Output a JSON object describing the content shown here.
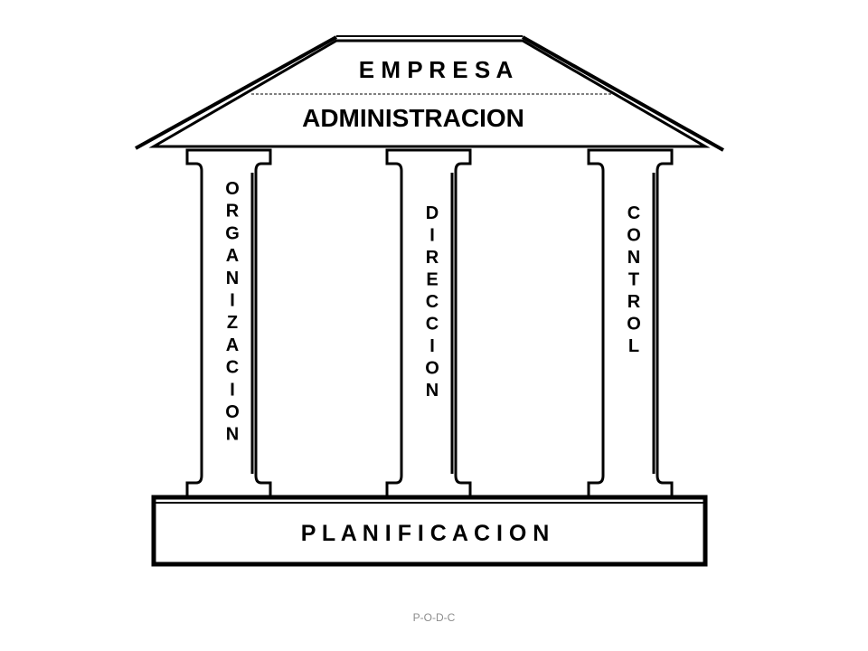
{
  "roof": {
    "top_label": "E M P R E S A",
    "bottom_label": "ADMINISTRACION"
  },
  "columns": [
    {
      "letters": [
        "O",
        "R",
        "G",
        "A",
        "N",
        "I",
        "Z",
        "A",
        "C",
        "I",
        "O",
        "N"
      ]
    },
    {
      "letters": [
        "D",
        "I",
        "R",
        "E",
        "C",
        "C",
        "I",
        "O",
        "N"
      ]
    },
    {
      "letters": [
        "C",
        "O",
        "N",
        "T",
        "R",
        "O",
        "L"
      ]
    }
  ],
  "base": {
    "label": "P L A N I F I C A C I O N"
  },
  "footer": {
    "label": "P-O-D-C"
  },
  "colors": {
    "stroke": "#000000",
    "fill": "#ffffff",
    "footer_text": "#8c8c8c"
  }
}
